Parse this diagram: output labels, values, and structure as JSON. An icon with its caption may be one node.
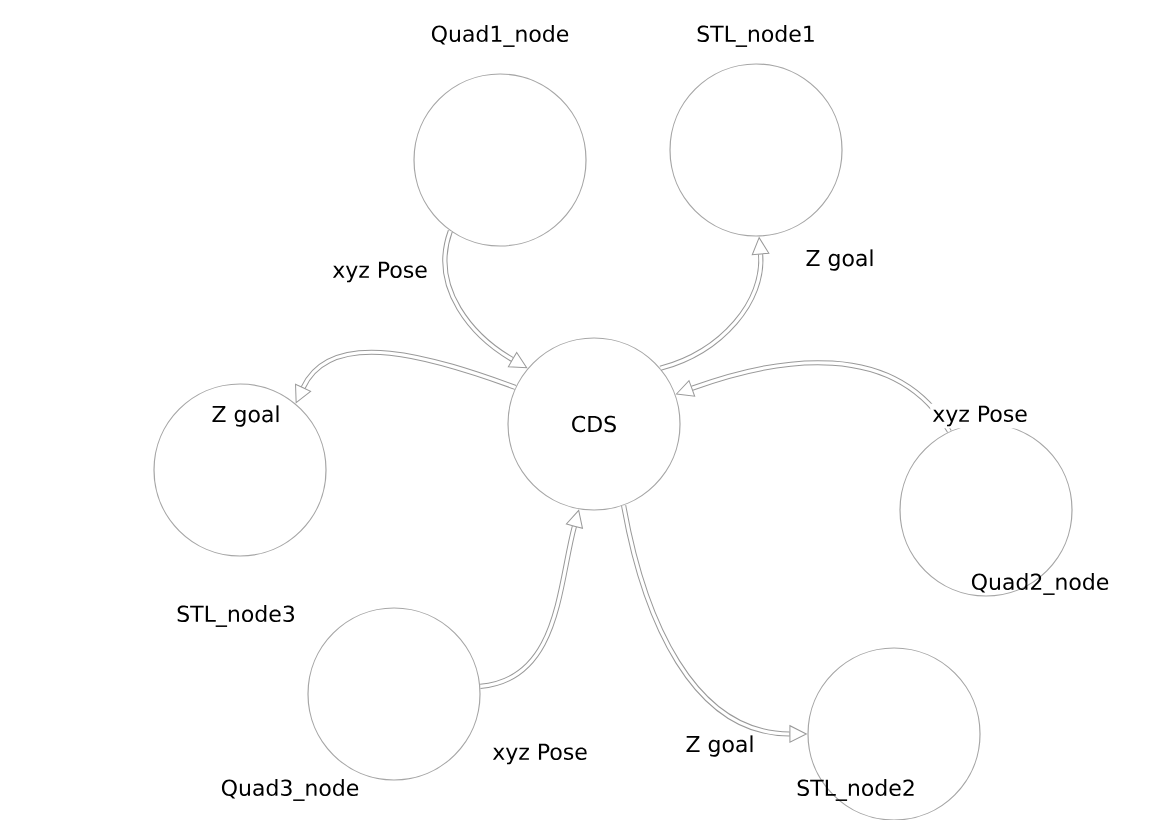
{
  "diagram": {
    "nodes": [
      {
        "text": [
          "CDS"
        ]
      },
      {
        "text": [
          "Quad1_node"
        ]
      },
      {
        "text": [
          "STL_node1"
        ]
      },
      {
        "text": [
          "STL_node3"
        ]
      },
      {
        "text": [
          "Quad2_node"
        ]
      },
      {
        "text": [
          "Quad3_node"
        ]
      },
      {
        "text": [
          "STL_node2"
        ]
      }
    ],
    "edges": [
      {
        "from": 1,
        "to": 0,
        "arrow": "to",
        "label": "xyz Pose"
      },
      {
        "from": 0,
        "to": 2,
        "arrow": "to",
        "label": "Z goal"
      },
      {
        "from": 0,
        "to": 3,
        "arrow": "to",
        "label": "Z goal"
      },
      {
        "from": 4,
        "to": 0,
        "arrow": "to",
        "label": "xyz Pose"
      },
      {
        "from": 5,
        "to": 0,
        "arrow": "to",
        "label": "xyz Pose"
      },
      {
        "from": 0,
        "to": 6,
        "arrow": "to",
        "label": "Z goal"
      }
    ]
  }
}
